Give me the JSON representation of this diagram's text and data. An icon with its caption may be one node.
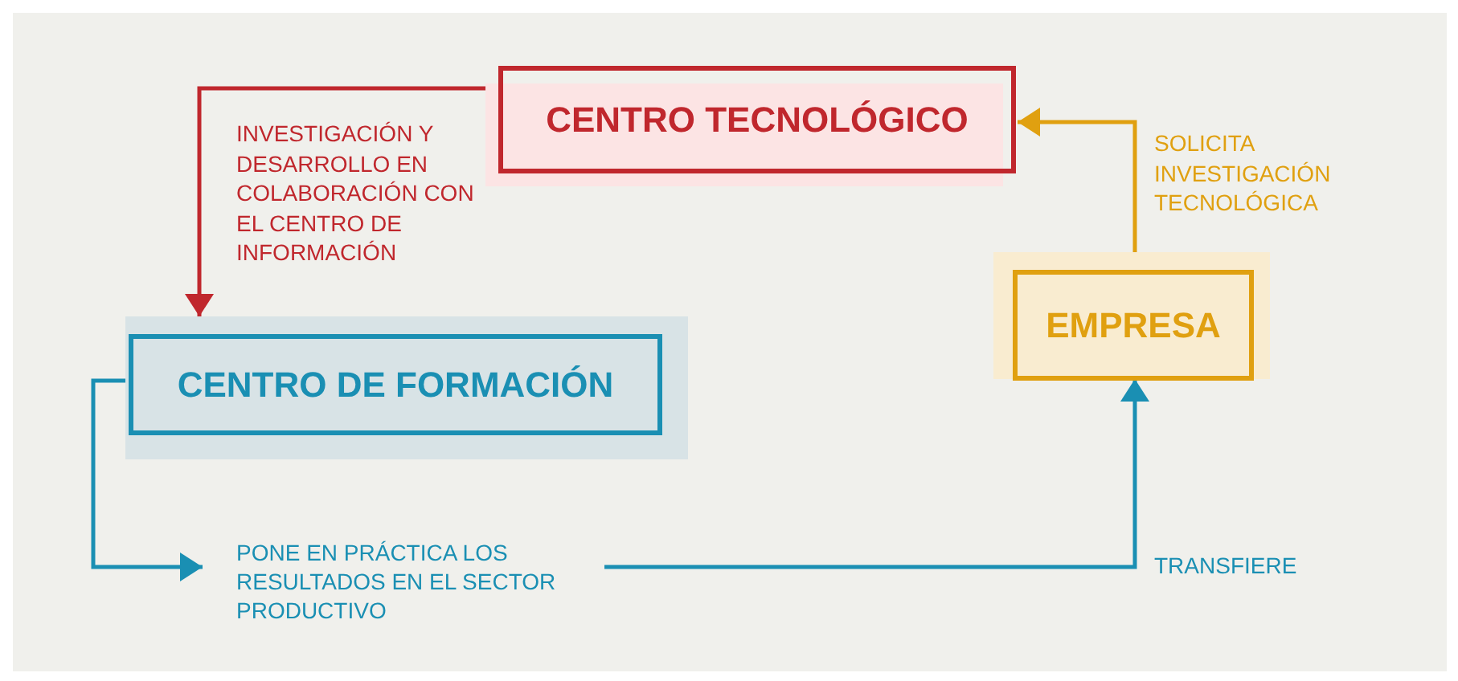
{
  "diagram": {
    "nodes": [
      {
        "text": [
          "CENTRO TECNOLÓGICO"
        ]
      },
      {
        "text": [
          "CENTRO DE FORMACIÓN"
        ]
      },
      {
        "text": [
          "EMPRESA"
        ]
      },
      {
        "text": [
          "PONE EN PRÁCTICA LOS RESULTADOS EN EL SECTOR PRODUCTIVO"
        ]
      }
    ],
    "edges": [
      {
        "from": 0,
        "to": 1,
        "arrow": "to",
        "color": "#c0272d",
        "label": "INVESTIGACIÓN Y DESARROLLO EN COLABORACIÓN CON EL CENTRO DE INFORMACIÓN"
      },
      {
        "from": 1,
        "to": 3,
        "arrow": "to",
        "color": "#1a8fb3"
      },
      {
        "from": 3,
        "to": 2,
        "arrow": "to",
        "color": "#1a8fb3",
        "label": "TRANSFIERE"
      },
      {
        "from": 2,
        "to": 0,
        "arrow": "to",
        "color": "#e0a010",
        "label": "SOLICITA INVESTIGACIÓN TECNOLÓGICA"
      }
    ]
  }
}
